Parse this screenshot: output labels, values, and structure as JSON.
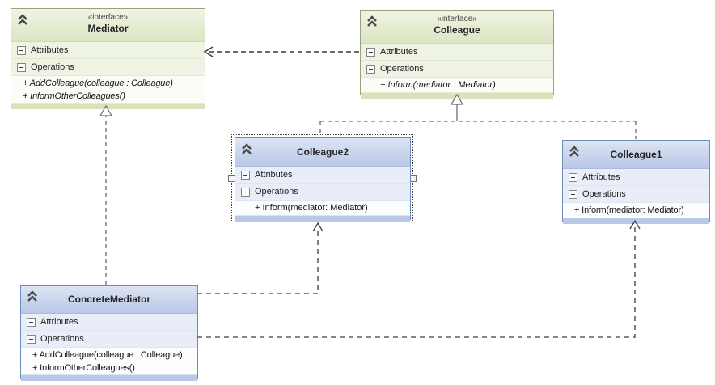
{
  "labels": {
    "attributes": "Attributes",
    "operations": "Operations"
  },
  "colors": {
    "canvas": "#ffffff",
    "interface_header": "#dbe5c2",
    "interface_border": "#96a47a",
    "class_header": "#b9c8e6",
    "class_border": "#6d8cba",
    "dependency_line_dark": "#383838",
    "dependency_line_gray": "#5f5f5f",
    "realization_line": "#6b6b6b",
    "selection_border": "#3f3f3f"
  },
  "classes": [
    {
      "id": "mediator",
      "kind": "interface",
      "stereotype": "«interface»",
      "name": "Mediator",
      "operations": [
        "+ AddColleague(colleague : Colleague)",
        "+ InformOtherColleagues()"
      ]
    },
    {
      "id": "colleague",
      "kind": "interface",
      "stereotype": "«interface»",
      "name": "Colleague",
      "operations": [
        "+ Inform(mediator : Mediator)"
      ]
    },
    {
      "id": "colleague2",
      "kind": "class",
      "name": "Colleague2",
      "operations": [
        "+ Inform(mediator: Mediator)"
      ],
      "selected": true
    },
    {
      "id": "colleague1",
      "kind": "class",
      "name": "Colleague1",
      "operations": [
        "+ Inform(mediator: Mediator)"
      ]
    },
    {
      "id": "concrete-mediator",
      "kind": "class",
      "name": "ConcreteMediator",
      "operations": [
        "+ AddColleague(colleague : Colleague)",
        "+ InformOtherColleagues()"
      ]
    }
  ],
  "icons": {
    "header_collapse": "chevron-double-up-icon",
    "section_collapse": "minus-box-icon"
  },
  "connectors": [
    {
      "type": "dependency",
      "from": "Colleague",
      "to": "Mediator",
      "style": "dashed-open-arrow"
    },
    {
      "type": "realization",
      "from": "ConcreteMediator",
      "to": "Mediator",
      "style": "dashed-hollow-triangle"
    },
    {
      "type": "realization",
      "from": "Colleague2",
      "to": "Colleague",
      "style": "dashed-hollow-triangle"
    },
    {
      "type": "realization",
      "from": "Colleague1",
      "to": "Colleague",
      "style": "dashed-hollow-triangle"
    },
    {
      "type": "dependency",
      "from": "ConcreteMediator",
      "to": "Colleague2",
      "style": "dashed-open-arrow"
    },
    {
      "type": "dependency",
      "from": "ConcreteMediator",
      "to": "Colleague1",
      "style": "dashed-open-arrow"
    }
  ],
  "selection": {
    "selected_class": "Colleague2"
  }
}
